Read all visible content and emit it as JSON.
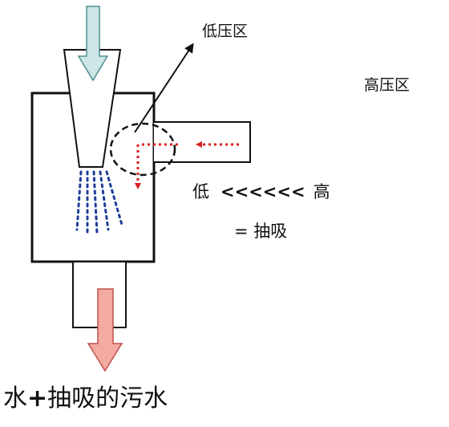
{
  "labels": {
    "low_pressure_zone": "低压区",
    "high_pressure_zone": "高压区",
    "low": "低",
    "arrows": "<<<<<<",
    "high": "高",
    "equals_suction": "= 抽吸",
    "caption_water": "水",
    "caption_plus": "+",
    "caption_rest": "抽吸的污水"
  },
  "colors": {
    "inlet_arrow_fill": "#cfe6e6",
    "inlet_arrow_stroke": "#4f8f93",
    "outlet_arrow_fill": "#f3aaa0",
    "outlet_arrow_stroke": "#c0504d",
    "spray_dots": "#1f3c99",
    "air_flow_dots": "#d81e1e",
    "outline": "#111111"
  },
  "icons": {
    "water_inlet": "down-arrow-icon",
    "wastewater_outlet": "down-arrow-icon",
    "air_flow": "dotted-arrow-icon",
    "pointer": "pointer-arrow-icon"
  }
}
